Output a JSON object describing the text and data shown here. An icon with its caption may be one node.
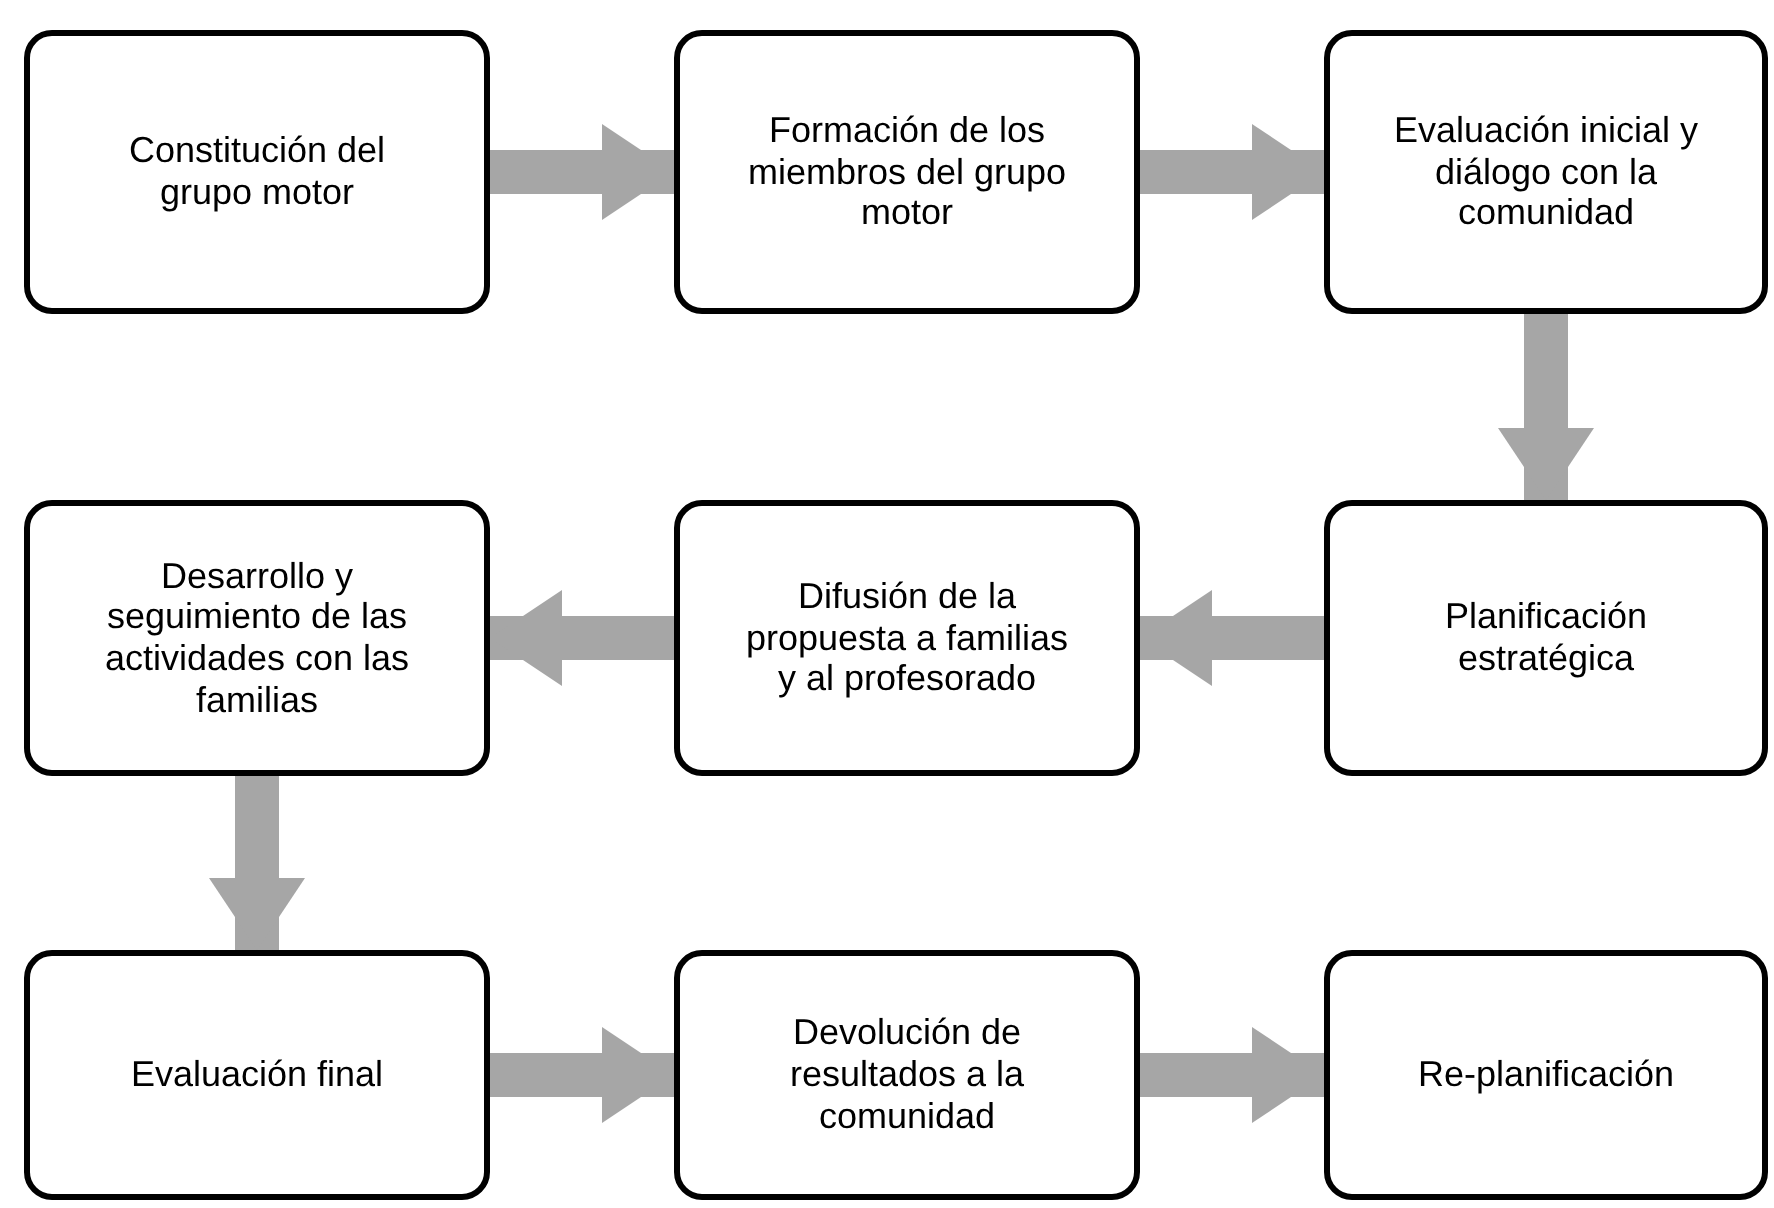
{
  "diagram": {
    "nodes": [
      {
        "text": [
          "Constitución del grupo motor"
        ]
      },
      {
        "text": [
          "Formación de los miembros del grupo motor"
        ]
      },
      {
        "text": [
          "Evaluación inicial y diálogo con la comunidad"
        ]
      },
      {
        "text": [
          "Desarrollo y seguimiento de las actividades con las familias"
        ]
      },
      {
        "text": [
          "Difusión de la propuesta a familias y al profesorado"
        ]
      },
      {
        "text": [
          "Planificación estratégica"
        ]
      },
      {
        "text": [
          "Evaluación final"
        ]
      },
      {
        "text": [
          "Devolución de resultados a la comunidad"
        ]
      },
      {
        "text": [
          "Re-planificación"
        ]
      }
    ],
    "edges": [
      {
        "from": 0,
        "to": 1,
        "arrow": "to"
      },
      {
        "from": 1,
        "to": 2,
        "arrow": "to"
      },
      {
        "from": 2,
        "to": 5,
        "arrow": "to"
      },
      {
        "from": 5,
        "to": 4,
        "arrow": "to"
      },
      {
        "from": 4,
        "to": 3,
        "arrow": "to"
      },
      {
        "from": 3,
        "to": 6,
        "arrow": "to"
      },
      {
        "from": 6,
        "to": 7,
        "arrow": "to"
      },
      {
        "from": 7,
        "to": 8,
        "arrow": "to"
      }
    ]
  }
}
